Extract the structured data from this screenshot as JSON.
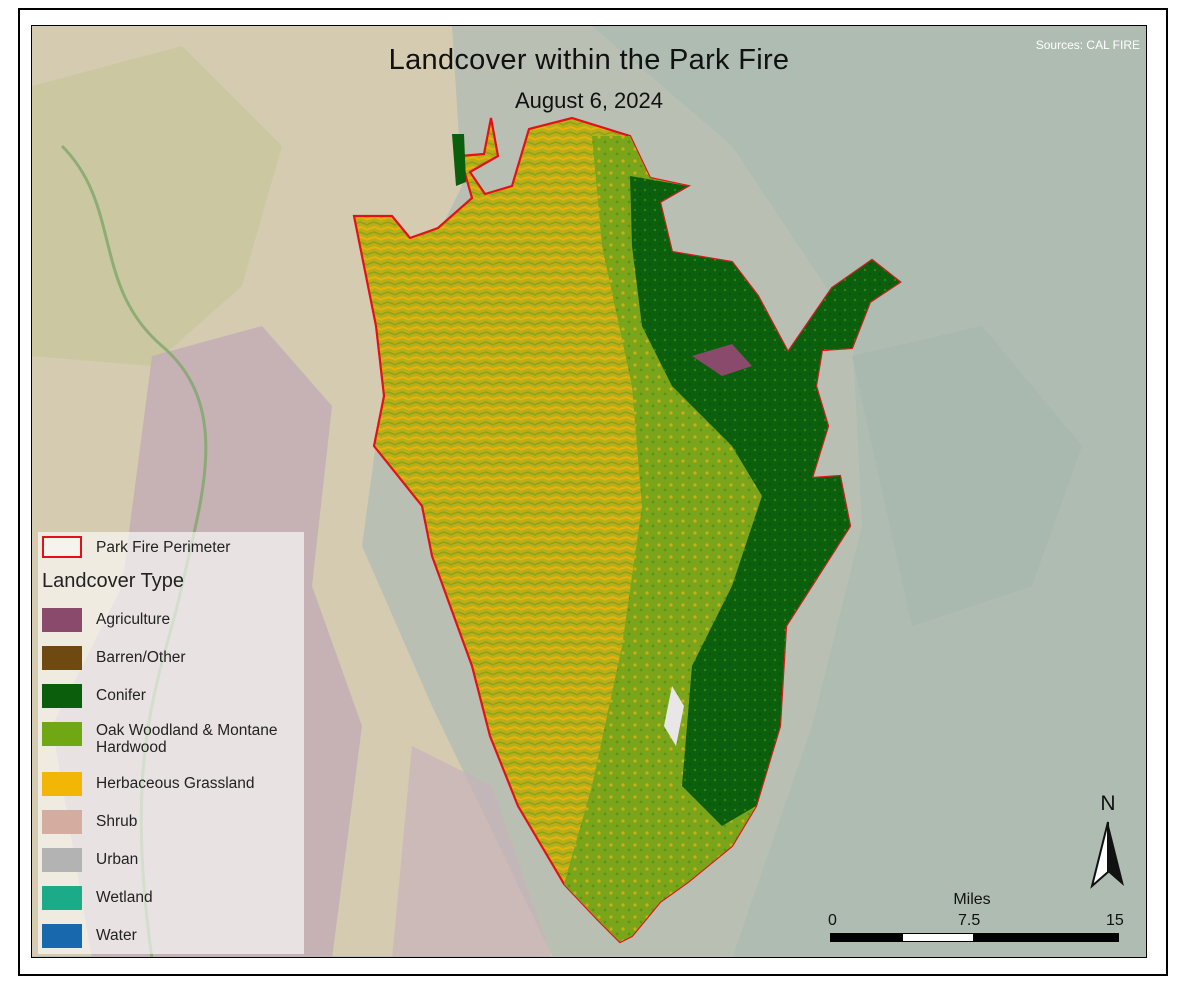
{
  "title": "Landcover within the Park Fire",
  "subtitle": "August 6, 2024",
  "sources": "Sources: CAL FIRE",
  "legend": {
    "perimeter_label": "Park Fire Perimeter",
    "perimeter_color": "#e3101a",
    "heading": "Landcover Type",
    "items": [
      {
        "label": "Agriculture",
        "color": "#8a4a6b"
      },
      {
        "label": "Barren/Other",
        "color": "#6e4a12"
      },
      {
        "label": "Conifer",
        "color": "#0b5e0b"
      },
      {
        "label": "Oak Woodland & Montane Hardwood",
        "color": "#6fa812"
      },
      {
        "label": "Herbaceous Grassland",
        "color": "#f2b706"
      },
      {
        "label": "Shrub",
        "color": "#d4ada0"
      },
      {
        "label": "Urban",
        "color": "#b3b3b3"
      },
      {
        "label": "Wetland",
        "color": "#1bab88"
      },
      {
        "label": "Water",
        "color": "#1768ad"
      }
    ]
  },
  "north_arrow": {
    "label": "N"
  },
  "scale_bar": {
    "unit": "Miles",
    "ticks": [
      "0",
      "7.5",
      "15"
    ]
  }
}
